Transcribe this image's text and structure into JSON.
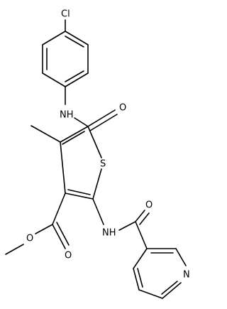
{
  "atoms": {
    "cl": {
      "symbol": "Cl"
    },
    "nh1": {
      "symbol": "NH"
    },
    "o_amide1": {
      "symbol": "O"
    },
    "s": {
      "symbol": "S"
    },
    "o_ester_db": {
      "symbol": "O"
    },
    "o_ester_single": {
      "symbol": "O"
    },
    "nh2": {
      "symbol": "NH"
    },
    "o_amide2": {
      "symbol": "O"
    },
    "n_pyr": {
      "symbol": "N"
    }
  },
  "colors": {
    "bond": "#000000",
    "label": "#000000",
    "background": "#ffffff"
  }
}
